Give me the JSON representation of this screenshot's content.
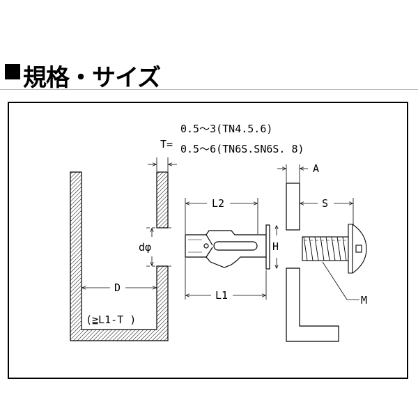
{
  "header": {
    "title": "規格・サイズ"
  },
  "diagram": {
    "t_prefix": "T=",
    "t_line1": "0.5～3(TN4.5.6)",
    "t_line2": "0.5～6(TN6S.SN6S. 8)",
    "label_a": "A",
    "label_l2": "L2",
    "label_s": "S",
    "label_d_phi": "dφ",
    "label_h": "H",
    "label_d": "D",
    "label_l1": "L1",
    "label_m": "M",
    "label_cond": "(≧L1-T )"
  }
}
